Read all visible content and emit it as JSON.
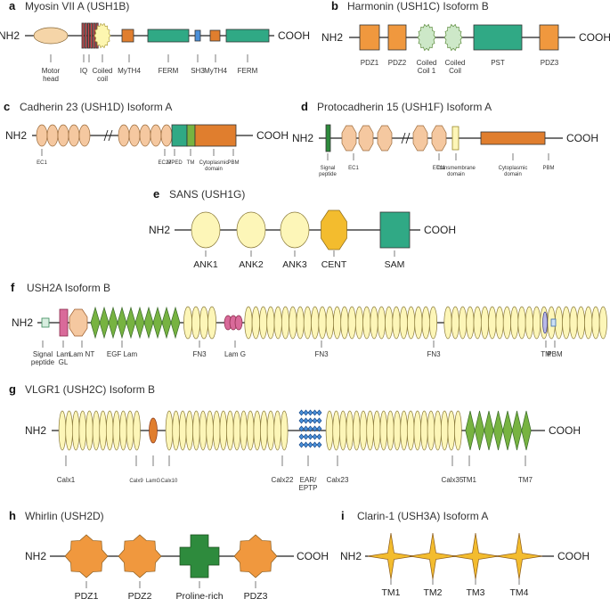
{
  "colors": {
    "motor": "#f5d5a8",
    "iq": "#c8474a",
    "coil": "#fdf6b0",
    "orange": "#e07e2e",
    "orange_light": "#f0983e",
    "green": "#30a985",
    "green_dark": "#2e8b3d",
    "green_light": "#77b341",
    "blue": "#4a90d9",
    "yellow": "#fdf6b8",
    "yellow_stroke": "#c8b24a",
    "cadherin": "#f5c8a0",
    "pink": "#d96a9a",
    "gold": "#f3bc2e",
    "coil_green": "#cde8c8"
  },
  "panels": {
    "a": {
      "letter": "a",
      "title": "Myosin VII A (USH1B)",
      "nterm": "NH2",
      "cterm": "COOH",
      "labels": [
        "Motor\nhead",
        "IQ",
        "Coiled\ncoil",
        "MyTH4",
        "FERM",
        "SH3",
        "MyTH4",
        "FERM"
      ]
    },
    "b": {
      "letter": "b",
      "title": "Harmonin (USH1C) Isoform B",
      "nterm": "NH2",
      "cterm": "COOH",
      "labels": [
        "PDZ1",
        "PDZ2",
        "Coiled\nCoil 1",
        "Coiled\nCoil",
        "PST",
        "PDZ3"
      ]
    },
    "c": {
      "letter": "c",
      "title": "Cadherin 23 (USH1D) Isoform A",
      "nterm": "NH2",
      "cterm": "COOH",
      "labels": [
        "EC1",
        "EC27",
        "MPED",
        "TM",
        "Cytoplasmic\ndomain",
        "PBM"
      ]
    },
    "d": {
      "letter": "d",
      "title": "Protocadherin 15 (USH1F) Isoform A",
      "nterm": "NH2",
      "cterm": "COOH",
      "labels": [
        "Signal\npeptide",
        "EC1",
        "EC11",
        "Transmembrane\ndomain",
        "Cytoplasmic\ndomain",
        "PBM"
      ]
    },
    "e": {
      "letter": "e",
      "title": "SANS (USH1G)",
      "nterm": "NH2",
      "cterm": "COOH",
      "labels": [
        "ANK1",
        "ANK2",
        "ANK3",
        "CENT",
        "SAM"
      ]
    },
    "f": {
      "letter": "f",
      "title": "USH2A Isoform B",
      "nterm": "NH2",
      "cterm": "COOH",
      "labels": [
        "Signal\npeptide",
        "Lam\nGL",
        "Lam NT",
        "EGF Lam",
        "FN3",
        "Lam G",
        "FN3",
        "FN3",
        "TM",
        "PBM"
      ]
    },
    "g": {
      "letter": "g",
      "title": "VLGR1 (USH2C) Isoform B",
      "nterm": "NH2",
      "cterm": "COOH",
      "labels": [
        "Calx1",
        "Calx9",
        "LamG",
        "Calx10",
        "Calx22",
        "EAR/\nEPTP",
        "Calx23",
        "Calx35",
        "TM1",
        "TM7"
      ]
    },
    "h": {
      "letter": "h",
      "title": "Whirlin (USH2D)",
      "nterm": "NH2",
      "cterm": "COOH",
      "labels": [
        "PDZ1",
        "PDZ2",
        "Proline-rich",
        "PDZ3"
      ]
    },
    "i": {
      "letter": "i",
      "title": "Clarin-1 (USH3A) Isoform A",
      "nterm": "NH2",
      "cterm": "COOH",
      "labels": [
        "TM1",
        "TM2",
        "TM3",
        "TM4"
      ]
    }
  }
}
